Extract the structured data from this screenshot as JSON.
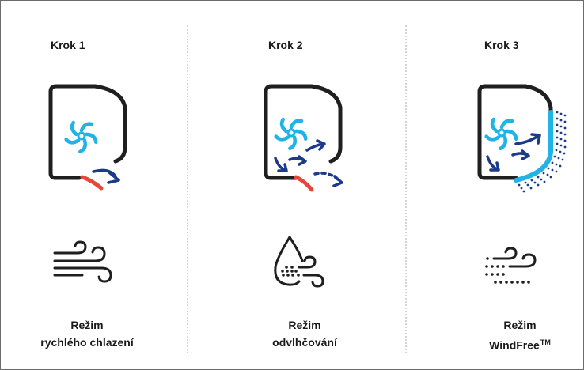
{
  "steps": [
    {
      "title": "Krok 1",
      "icon": "fast-cooling-unit-icon",
      "mode_icon": "wind-icon",
      "label_line1": "Režim",
      "label_line2": "rychlého chlazení"
    },
    {
      "title": "Krok 2",
      "icon": "dehumidify-unit-icon",
      "mode_icon": "water-drop-icon",
      "label_line1": "Režim",
      "label_line2": "odvlhčování"
    },
    {
      "title": "Krok 3",
      "icon": "windfree-unit-icon",
      "mode_icon": "windfree-breeze-icon",
      "label_line1": "Režim",
      "label_line2": "WindFree",
      "label_suffix": "TM"
    }
  ],
  "colors": {
    "outline": "#1f1f1f",
    "fan": "#1fb3e6",
    "arrow": "#1c3a8c",
    "warm_vent": "#e8463a",
    "windfree_panel": "#1fb3e6",
    "dots": "#1c3a8c"
  }
}
